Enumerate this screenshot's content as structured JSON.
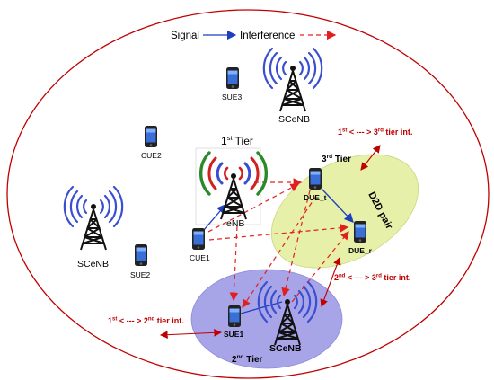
{
  "legend": {
    "signal": "Signal",
    "interference": "Interference"
  },
  "colors": {
    "boundary": "#c00000",
    "signal": "#1f3fbf",
    "interference": "#e02020",
    "d2d_region": "#e6f0a8",
    "tier2_region": "#a8a4e8",
    "wave_blue": "#3a4fd0",
    "wave_red": "#d02020",
    "wave_green": "#2a8a2a",
    "annotation_red": "#c00000"
  },
  "nodes": {
    "sue3": "SUE3",
    "scenb_top": "SCeNB",
    "cue2": "CUE2",
    "enb": "eNB",
    "cue1": "CUE1",
    "scenb_left": "SCeNB",
    "sue2": "SUE2",
    "due_t": "DUE_t",
    "due_r": "DUE_r",
    "sue1": "SUE1",
    "scenb_bottom": "SCeNB"
  },
  "tiers": {
    "tier1": {
      "num": "1",
      "sup": "st",
      "rest": " Tier"
    },
    "tier2": {
      "num": "2",
      "sup": "nd",
      "rest": " Tier"
    },
    "tier3": {
      "num": "3",
      "sup": "rd",
      "rest": " Tier"
    }
  },
  "d2d_label": "D2D pair",
  "annotations": {
    "a13": {
      "p1": "1",
      "s1": "st",
      "mid": " < --- > ",
      "p2": "3",
      "s2": "rd",
      "rest": " tier int."
    },
    "a23": {
      "p1": "2",
      "s1": "nd",
      "mid": " < --- > ",
      "p2": "3",
      "s2": "rd",
      "rest": " tier int."
    },
    "a12": {
      "p1": "1",
      "s1": "st",
      "mid": " < --- > ",
      "p2": "2",
      "s2": "nd",
      "rest": " tier int."
    }
  }
}
